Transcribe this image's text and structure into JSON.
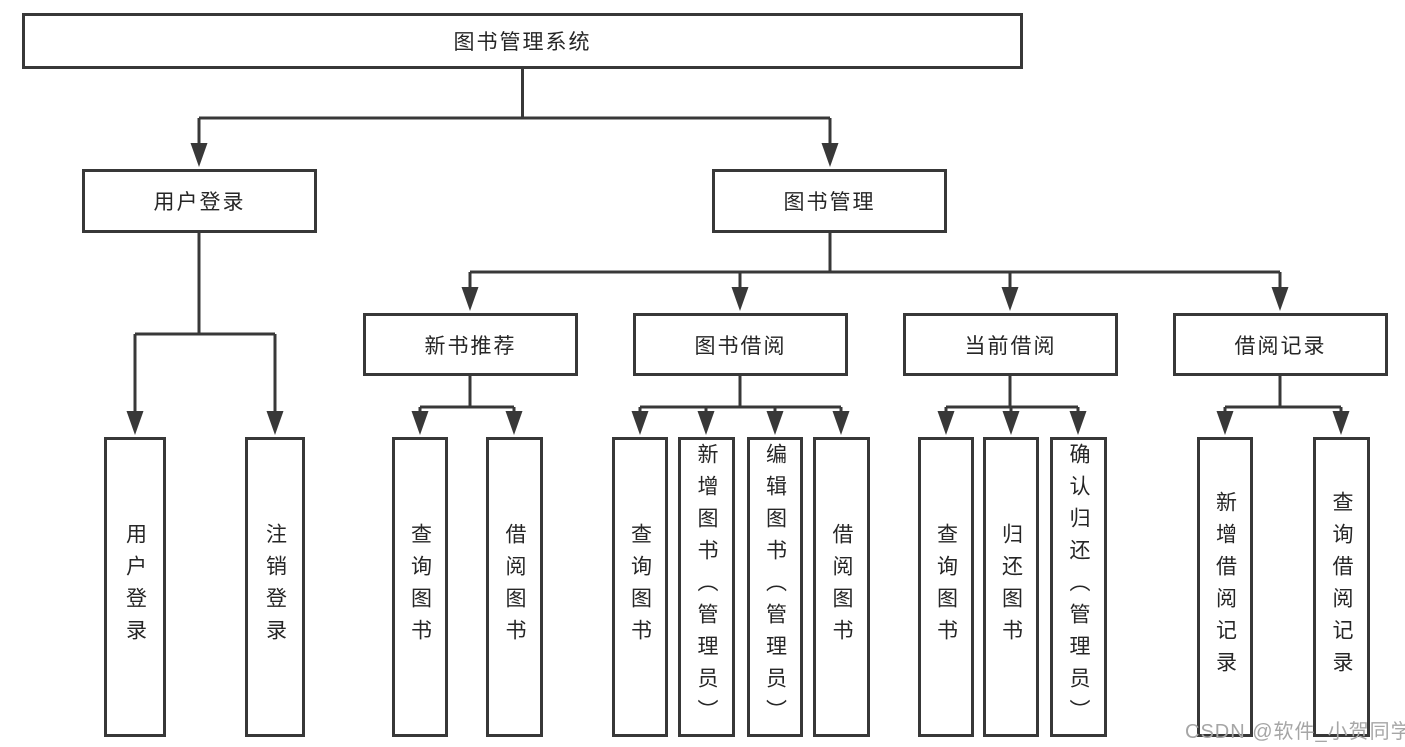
{
  "diagram": {
    "root": {
      "label": "图书管理系统"
    },
    "branches": {
      "user_login": {
        "label": "用户登录"
      },
      "book_management": {
        "label": "图书管理"
      }
    },
    "modules": {
      "new_book_recommend": {
        "label": "新书推荐"
      },
      "book_borrow": {
        "label": "图书借阅"
      },
      "current_borrow": {
        "label": "当前借阅"
      },
      "borrow_record": {
        "label": "借阅记录"
      }
    },
    "leaves": {
      "user_login": {
        "label": "用户登录"
      },
      "logout": {
        "label": "注销登录"
      },
      "nb_query_book": {
        "label": "查询图书"
      },
      "nb_borrow_book": {
        "label": "借阅图书"
      },
      "bb_query_book": {
        "label": "查询图书"
      },
      "bb_add_book": {
        "label": "新增图书（管理员）"
      },
      "bb_edit_book": {
        "label": "编辑图书（管理员）"
      },
      "bb_borrow_book": {
        "label": "借阅图书"
      },
      "cb_query_book": {
        "label": "查询图书"
      },
      "cb_return_book": {
        "label": "归还图书"
      },
      "cb_confirm_return": {
        "label": "确认归还（管理员）"
      },
      "br_add_record": {
        "label": "新增借阅记录"
      },
      "br_query_record": {
        "label": "查询借阅记录"
      }
    }
  },
  "watermark": {
    "text": "CSDN @软件_小贺同学"
  },
  "colors": {
    "line": "#383838",
    "box_border": "#383838",
    "text": "#262626",
    "background": "#ffffff",
    "watermark": "#a6a6a6"
  }
}
